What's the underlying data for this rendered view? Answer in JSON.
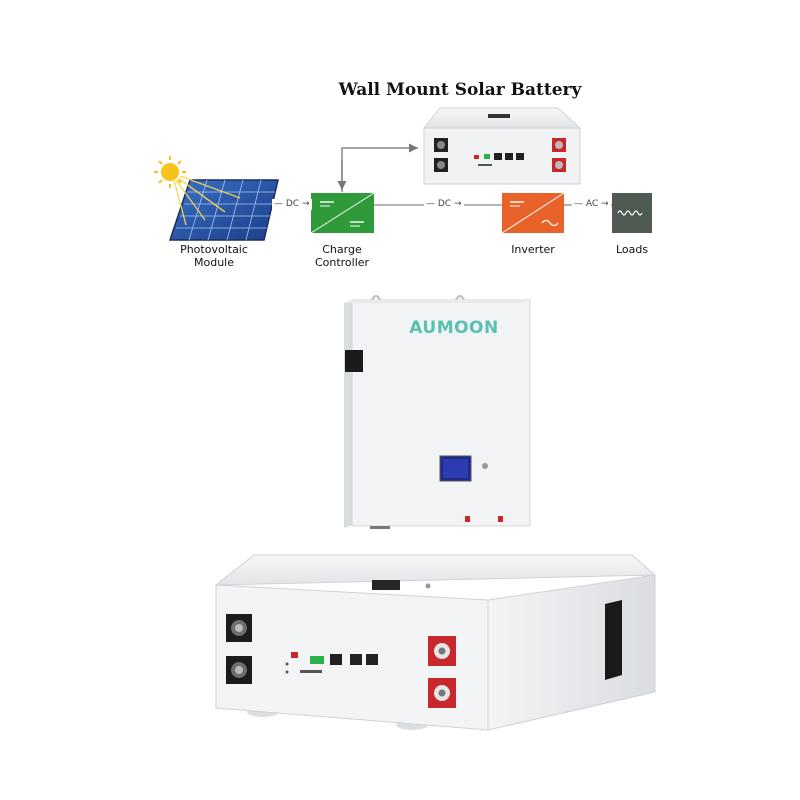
{
  "diagram": {
    "title": "Wall Mount Solar Battery",
    "nodes": {
      "pv": {
        "label_line1": "Photovoltaic",
        "label_line2": "Module"
      },
      "controller": {
        "label_line1": "Charge",
        "label_line2": "Controller"
      },
      "inverter": {
        "label": "Inverter"
      },
      "loads": {
        "label": "Loads"
      }
    },
    "links": {
      "pv_to_controller": "DC",
      "controller_to_inverter": "DC",
      "inverter_to_loads": "AC"
    }
  },
  "product": {
    "brand": "AUMOON"
  },
  "colors": {
    "controller": "#2e9a3a",
    "inverter": "#e8622a",
    "loads": "#4e5a52",
    "battery_body": "#eef0f2",
    "brand": "#58c1b2",
    "terminal_red": "#c8282c"
  }
}
